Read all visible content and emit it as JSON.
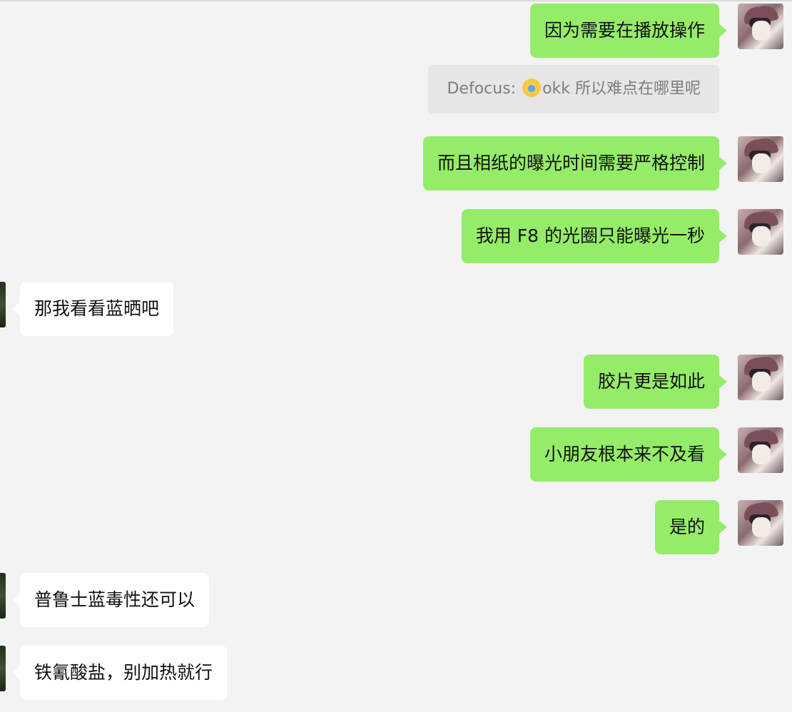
{
  "messages": [
    {
      "side": "me",
      "text": "因为需要在播放操作"
    },
    {
      "side": "quote",
      "prefix": "Defocus: ",
      "emoji": "crying-face-emoji",
      "suffix": "okk 所以难点在哪里呢"
    },
    {
      "side": "me",
      "text": "而且相纸的曝光时间需要严格控制"
    },
    {
      "side": "me",
      "text": "我用 F8 的光圈只能曝光一秒"
    },
    {
      "side": "them",
      "text": "那我看看蓝晒吧"
    },
    {
      "side": "me",
      "text": "胶片更是如此"
    },
    {
      "side": "me",
      "text": "小朋友根本来不及看"
    },
    {
      "side": "me",
      "text": "是的"
    },
    {
      "side": "them",
      "text": "普鲁士蓝毒性还可以"
    },
    {
      "side": "them",
      "text": "铁氰酸盐，别加热就行"
    }
  ],
  "colors": {
    "background": "#f3f3f3",
    "my_bubble": "#95ec69",
    "their_bubble": "#ffffff",
    "quote_bubble": "#e6e6e6",
    "quote_text": "#7d7d7d"
  }
}
